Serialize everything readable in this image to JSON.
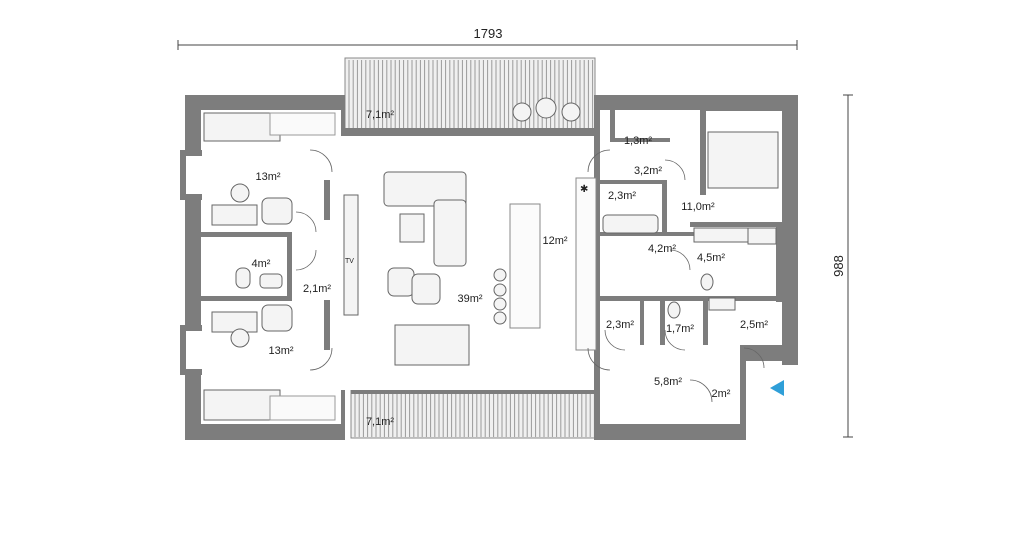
{
  "dimensions": {
    "width": "1793",
    "height": "988"
  },
  "rooms": {
    "terrace_top": "7,1m²",
    "terrace_bottom": "7,1m²",
    "bedroom_top_left": "13m²",
    "bedroom_bottom_left": "13m²",
    "bathroom_left": "4m²",
    "hall_left": "2,1m²",
    "living": "39m²",
    "kitchen": "12m²",
    "wc_top": "1,3m²",
    "closet_top": "3,2m²",
    "storage_top": "2,3m²",
    "bedroom_right": "11,0m²",
    "hall_center": "4,2m²",
    "bathroom_right": "4,5m²",
    "storage_bottom": "2,3m²",
    "wc_bottom": "1,7m²",
    "utility": "2,5m²",
    "vestibule": "5,8m²",
    "entry": "2m²"
  },
  "furniture": {
    "tv_label": "TV"
  },
  "colors": {
    "wall": "#7d7d7d",
    "entry_marker": "#2f9fd8"
  },
  "icons": {
    "entry_marker": "triangle-left",
    "fridge_mark": "snowflake"
  }
}
